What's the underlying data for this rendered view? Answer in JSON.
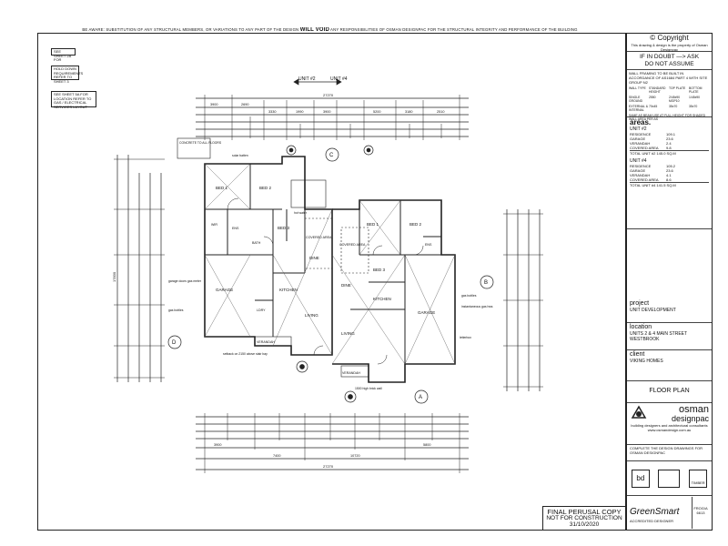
{
  "sheet": {
    "top_note_left": "BE AWARE: SUBSTITUTION OF ANY STRUCTURAL MEMBERS, OR VARIATIONS TO ANY PART OF THE DESIGN",
    "top_note_emph": "WILL VOID",
    "top_note_right": "ANY RESPONSIBILITIES OF OSMAN DESIGNPAC FOR THE STRUCTURAL INTEGRITY AND PERFORMANCE OF THE BUILDING"
  },
  "left_notes": [
    "SEE SHEET 2A FOR",
    "HOLD DOWN REQUIREMENTS REFER TO SHEET 3",
    "SEE SHEET 5A FOR LOCATION REFER TO GAS / ELECTRICAL SERVICES LAYOUT"
  ],
  "title_block": {
    "copyright_title": "Copyright",
    "copyright_sub": "This drawing & design is the property of Osman Designpac",
    "doubt_line1": "IF IN DOUBT —> ASK",
    "doubt_line2": "DO NOT ASSUME",
    "spec_note": "WALL FRAMING TO BE BUILT IN ACCORDANCE OF AS1684 PART 4 WITH SITE GROUP N2",
    "spec_cols": [
      "WALL TYPE",
      "STANDARD HEIGHT",
      "TOP PLATE",
      "BOTTOM PLATE"
    ],
    "spec_rows": [
      [
        "SINGLE GROUND",
        "2550",
        "2/45x90 MGP10",
        "1/45x90"
      ],
      [
        "EXTERNAL & INTERNAL",
        "70x45",
        "35x70",
        "35x70"
      ]
    ],
    "spec_foot": "SAME AS BEAM USE AT FULL HEIGHT FOR SHADED WALL AREA PER AS",
    "areas_label": "areas.",
    "unit2_title": "UNIT #2",
    "unit2_rows": [
      [
        "RESIDENCE",
        "109.1"
      ],
      [
        "GARAGE",
        "23.6"
      ],
      [
        "VERANDAH",
        "2.4"
      ],
      [
        "COVERED AREA",
        "9.8"
      ]
    ],
    "unit2_total": "TOTAL UNIT #2  145.0 SQ.M",
    "unit4_title": "UNIT #4",
    "unit4_rows": [
      [
        "RESIDENCE",
        "105.2"
      ],
      [
        "GARAGE",
        "23.6"
      ],
      [
        "VERANDAH",
        "4.1"
      ],
      [
        "COVERED AREA",
        "8.6"
      ]
    ],
    "unit4_total": "TOTAL UNIT #4  141.5 SQ.M",
    "project_label": "project",
    "project_value": "UNIT DEVELOPMENT",
    "location_label": "location",
    "location_value1": "UNITS 2 & 4 MAIN STREET",
    "location_value2": "WESTBROOK",
    "client_label": "client",
    "client_value": "VIKING HOMES",
    "sheet_title": "FLOOR PLAN",
    "company_line1": "osman",
    "company_line2": "designpac",
    "company_tag": "building designers and architectural consultants",
    "website": "www.osmandesign.com.au",
    "contact_note": "COMPLETE THE DESIGN DRAWINGS FOR OSMAN DESIGNPAC",
    "logo_bd": "bd",
    "logo_timber": "TIMBER",
    "greensmart": "GreenSmart",
    "greensmart_sub": "ACCREDITED DESIGNER",
    "job_number": "FROG/A",
    "sheet_number": "6613"
  },
  "final_stamp": {
    "line1": "FINAL PERUSAL COPY",
    "line2": "NOT FOR CONSTRUCTION",
    "line3": "31/10/2020"
  },
  "plan": {
    "unit_labels": [
      "UNIT #2",
      "UNIT #4"
    ],
    "grid_markers": [
      "C",
      "B",
      "D",
      "A"
    ],
    "top_overall": "27270",
    "bottom_overall": "27270",
    "top_dims": [
      "3900",
      "2690",
      "3330",
      "1990",
      "3900",
      "5200",
      "3180",
      "2510"
    ],
    "bottom_dims": [
      "3900",
      "7400",
      "10720",
      "5800"
    ],
    "left_overall": "17830",
    "room_labels_unit2": [
      "BED 1",
      "BED 2",
      "BED 3",
      "GARAGE",
      "DINE",
      "LIVING",
      "KITCHEN",
      "COVERED AREA",
      "VERANDAH",
      "ENS",
      "WIR",
      "BATH",
      "LDRY"
    ],
    "room_labels_unit4": [
      "BED 1",
      "BED 2",
      "BED 3",
      "GARAGE",
      "DINE",
      "LIVING",
      "KITCHEN",
      "COVERED AREA",
      "VERANDAH",
      "ENS"
    ],
    "callouts": [
      "garage doors gas meter",
      "gas bottles",
      "hot water",
      "instantaneous gas hws",
      "solar batten",
      "letterbox",
      "1500 high brick wall",
      "setback on 2150 above stair bay",
      "CONCRETE TO ALL FLOORS",
      "gas bottles"
    ]
  }
}
